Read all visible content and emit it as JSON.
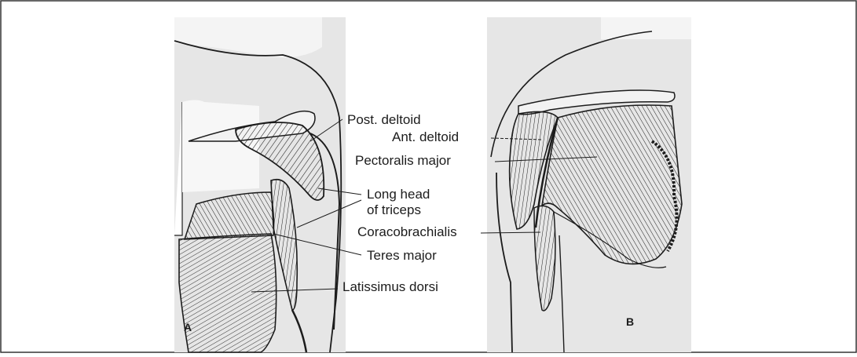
{
  "figure": {
    "panel_a": {
      "letter": "A",
      "labels": {
        "post_deltoid": "Post. deltoid",
        "long_head_line1": "Long head",
        "long_head_line2": "of triceps",
        "teres_major": "Teres major",
        "latissimus_dorsi": "Latissimus dorsi"
      }
    },
    "panel_b": {
      "letter": "B",
      "labels": {
        "ant_deltoid": "Ant. deltoid",
        "pectoralis_major": "Pectoralis major",
        "coracobrachialis": "Coracobrachialis"
      }
    }
  },
  "colors": {
    "background_panel": "#e6e6e6",
    "ink": "#1c1c1c",
    "frame": "#333333"
  }
}
